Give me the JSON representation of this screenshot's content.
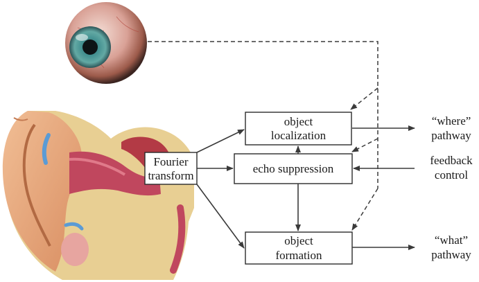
{
  "diagram": {
    "fourier_box": {
      "line1": "Fourier",
      "line2": "transform"
    },
    "localization_box": {
      "line1": "object",
      "line2": "localization"
    },
    "echo_box": {
      "label": "echo suppression"
    },
    "formation_box": {
      "line1": "object",
      "line2": "formation"
    },
    "where_output": {
      "line1": "“where”",
      "line2": "pathway"
    },
    "feedback_input": {
      "line1": "feedback",
      "line2": "control"
    },
    "what_output": {
      "line1": "“what”",
      "line2": "pathway"
    }
  },
  "illustrations": {
    "eye": "eyeball-illustration",
    "ear": "ear-anatomy-illustration"
  },
  "colors": {
    "iris": "#3f8f8f",
    "sclera": "#d8a39a",
    "outer_ear": "#e2a37a",
    "bone": "#ecd596",
    "canal": "#b8445a",
    "nerve": "#5b9bd5"
  }
}
